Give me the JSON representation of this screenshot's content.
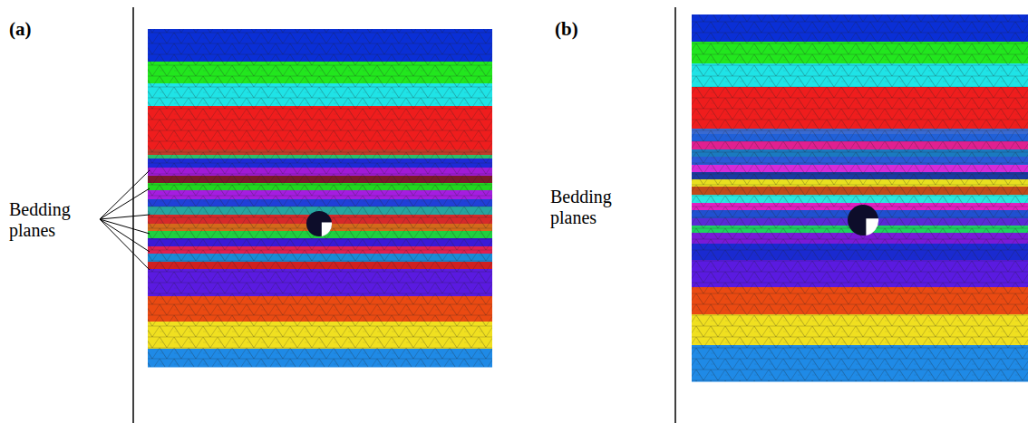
{
  "diagram": {
    "labels": [
      "(a)",
      "Bedding planes",
      "(b)",
      "Bedding planes"
    ]
  }
}
